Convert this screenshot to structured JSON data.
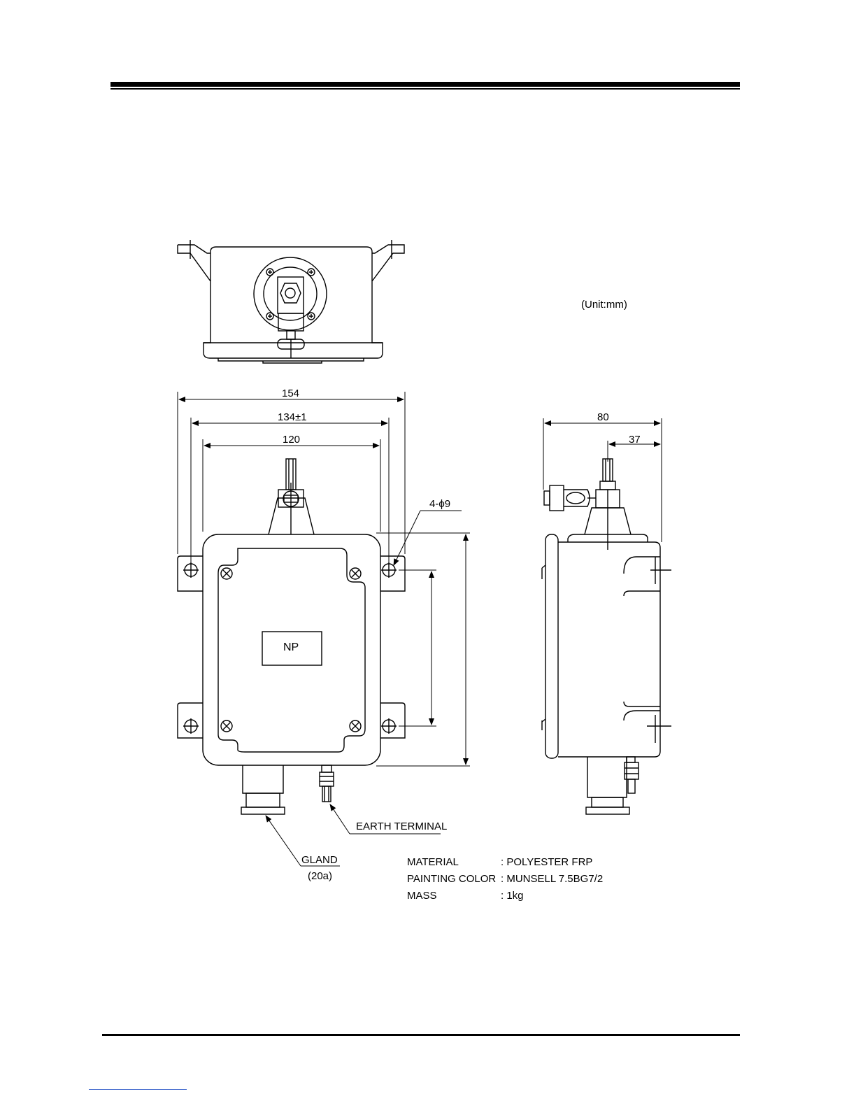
{
  "unit_note": "(Unit:mm)",
  "dimensions": {
    "overall_width": "154",
    "mounting_pitch": "134±1",
    "body_width": "120",
    "hole_callout": "4-ϕ9",
    "side_depth": "80",
    "side_offset": "37"
  },
  "labels": {
    "nameplate": "NP",
    "earth_terminal": "EARTH TERMINAL",
    "gland": "GLAND",
    "gland_size": "(20a)"
  },
  "specs": [
    {
      "key": "MATERIAL",
      "value": ": POLYESTER FRP"
    },
    {
      "key": "PAINTING COLOR",
      "value": ": MUNSELL 7.5BG7/2"
    },
    {
      "key": "MASS",
      "value": ": 1kg"
    }
  ]
}
